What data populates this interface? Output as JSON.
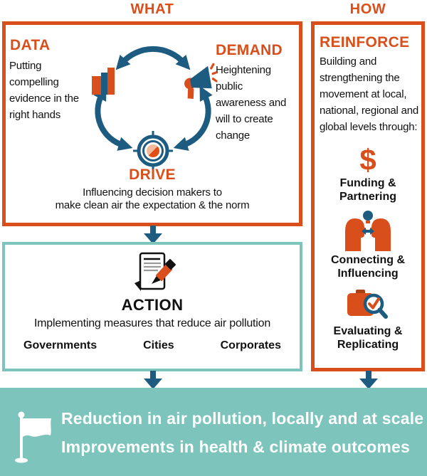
{
  "palette": {
    "orange": "#D94F1C",
    "dark_blue": "#1D5C80",
    "teal": "#7CC4BC",
    "text_black": "#111111",
    "white": "#FFFFFF"
  },
  "column_headers": {
    "what": "WHAT",
    "how": "HOW"
  },
  "what_box": {
    "cycle_icon": "cycle-arrows-icon",
    "data": {
      "title": "DATA",
      "description": "Putting compelling evidence in the right hands",
      "icon": "bar-chart-icon"
    },
    "demand": {
      "title": "DEMAND",
      "description": "Heightening public awareness and will to create change",
      "icon": "megaphone-icon"
    },
    "drive": {
      "title": "DRIVE",
      "description_line1": "Influencing decision makers to",
      "description_line2": "make clean air the expectation & the norm",
      "icon": "target-icon"
    }
  },
  "action_box": {
    "title": "ACTION",
    "description": "Implementing measures that reduce air pollution",
    "actors": [
      "Governments",
      "Cities",
      "Corporates"
    ],
    "icon": "document-pen-icon"
  },
  "reinforce_box": {
    "title": "REINFORCE",
    "description": "Building and strengthening the movement at local, national, regional and global levels through:",
    "items": [
      {
        "label": "Funding & Partnering",
        "icon": "dollar-icon",
        "glyph": "$"
      },
      {
        "label": "Connecting & Influencing",
        "icon": "people-connect-icon"
      },
      {
        "label": "Evaluating & Replicating",
        "icon": "evaluate-magnifier-icon"
      }
    ]
  },
  "outcome_banner": {
    "icon": "flag-icon",
    "line1": "Reduction in air pollution, locally and at scale",
    "line2": "Improvements in health & climate outcomes"
  }
}
